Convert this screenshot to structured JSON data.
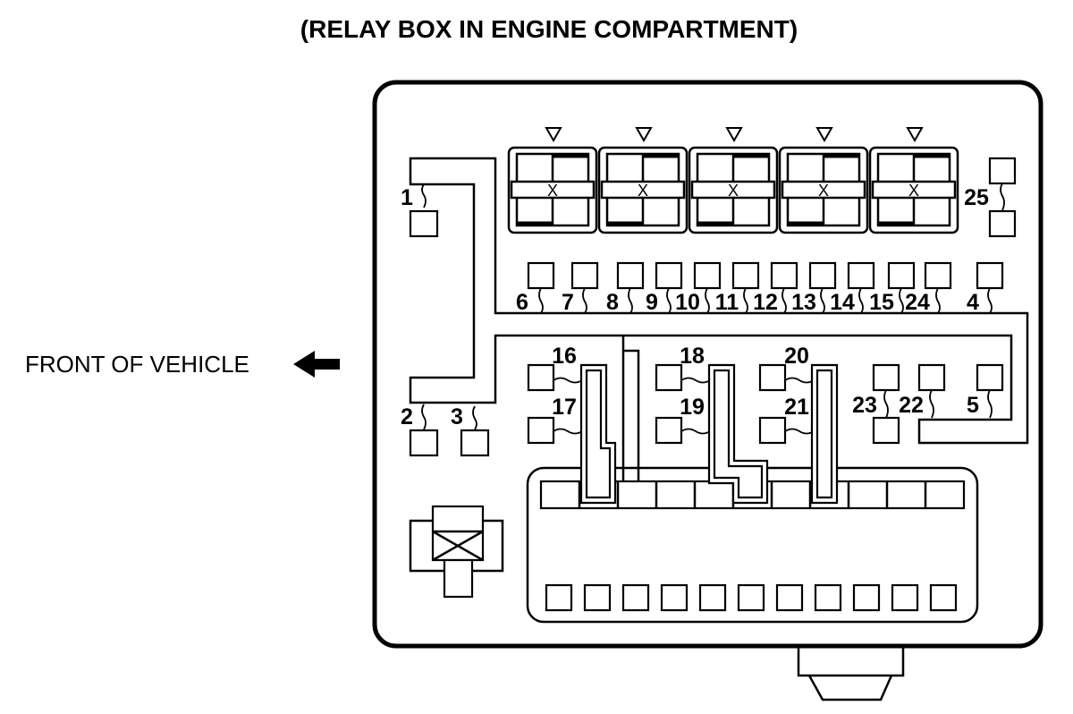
{
  "title": "(RELAY BOX IN ENGINE COMPARTMENT)",
  "front_label": "FRONT OF VEHICLE",
  "relay_mark": "X",
  "labels": {
    "l1": "1",
    "l2": "2",
    "l3": "3",
    "l4": "4",
    "l5": "5",
    "l6": "6",
    "l7": "7",
    "l8": "8",
    "l9": "9",
    "l10": "10",
    "l11": "11",
    "l12": "12",
    "l13": "13",
    "l14": "14",
    "l15": "15",
    "l16": "16",
    "l17": "17",
    "l18": "18",
    "l19": "19",
    "l20": "20",
    "l21": "21",
    "l22": "22",
    "l23": "23",
    "l24": "24",
    "l25": "25"
  },
  "icons": {
    "arrow": "arrow-left-icon",
    "triangle": "triangle-down-icon",
    "connector": "connector-icon"
  }
}
